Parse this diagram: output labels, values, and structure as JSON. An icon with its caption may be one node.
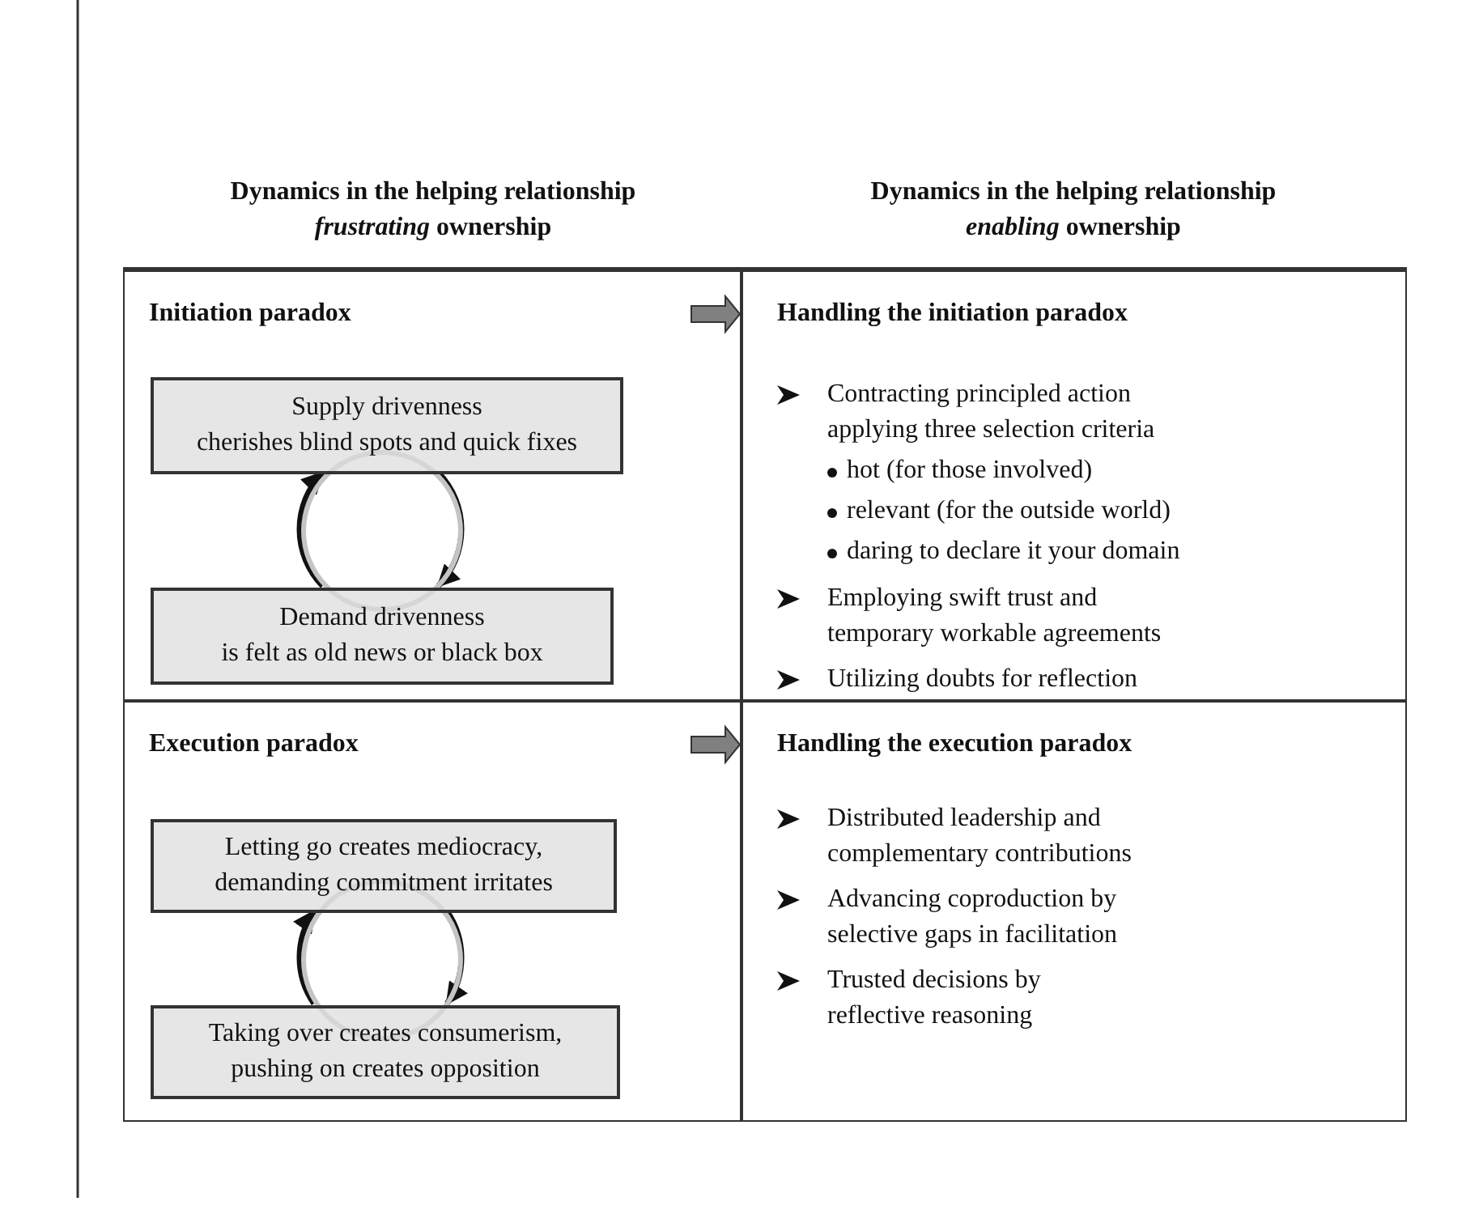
{
  "diagram": {
    "nodes": [
      {
        "text": [
          "Dynamics in the helping relationship *frustrating* ownership"
        ]
      },
      {
        "text": [
          "Dynamics in the helping relationship *enabling* ownership"
        ]
      },
      {
        "text": [
          "Initiation paradox"
        ]
      },
      {
        "text": [
          "Supply drivenness",
          "cherishes blind spots and quick fixes"
        ],
        "in": 2
      },
      {
        "text": [
          "Demand drivenness",
          "is felt as old news or black box"
        ],
        "in": 2
      },
      {
        "text": [
          "Handling the initiation paradox",
          "Contracting principled action applying three selection criteria",
          "hot (for those involved)",
          "relevant (for the outside world)",
          "daring to declare it your domain",
          "Employing swift trust and temporary workable agreements",
          "Utilizing doubts for reflection"
        ]
      },
      {
        "text": [
          "Execution paradox"
        ]
      },
      {
        "text": [
          "Letting go creates mediocracy, demanding commitment irritates"
        ],
        "in": 6
      },
      {
        "text": [
          "Taking over creates consumerism, pushing on creates opposition"
        ],
        "in": 6
      },
      {
        "text": [
          "Handling the execution paradox",
          "Distributed leadership and complementary contributions",
          "Advancing coproduction by selective gaps in facilitation",
          "Trusted decisions by reflective reasoning"
        ]
      },
      {
        "text": [],
        "shape": "circle",
        "in": 2
      },
      {
        "text": [],
        "shape": "circle",
        "in": 6
      }
    ],
    "edges": [
      {
        "from": 3,
        "to": 4,
        "arrow": "to"
      },
      {
        "from": 4,
        "to": 3,
        "arrow": "to"
      },
      {
        "from": 2,
        "to": 5,
        "arrow": "to"
      },
      {
        "from": 7,
        "to": 8,
        "arrow": "to"
      },
      {
        "from": 8,
        "to": 7,
        "arrow": "to"
      },
      {
        "from": 6,
        "to": 9,
        "arrow": "to"
      }
    ]
  }
}
